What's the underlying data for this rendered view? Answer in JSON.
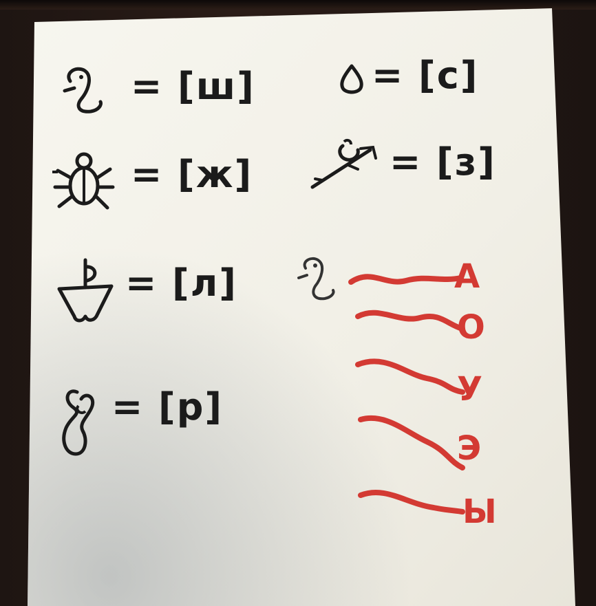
{
  "equations": [
    {
      "symbol": "fish-hook-glyph",
      "text": "= [ш]"
    },
    {
      "symbol": "drop-glyph",
      "text": "= [с]"
    },
    {
      "symbol": "beetle-glyph",
      "text": "= [ж]"
    },
    {
      "symbol": "bird-on-branch-glyph",
      "text": "= [з]"
    },
    {
      "symbol": "boat-glyph",
      "text": "= [л]"
    },
    {
      "symbol": "figure-eight-glyph",
      "text": "= [р]"
    }
  ],
  "vowels": [
    "А",
    "О",
    "У",
    "Э",
    "Ы"
  ],
  "colors": {
    "paper": "#f3f1ea",
    "ink": "#1b1b1b",
    "red_ink": "#d33a33"
  }
}
